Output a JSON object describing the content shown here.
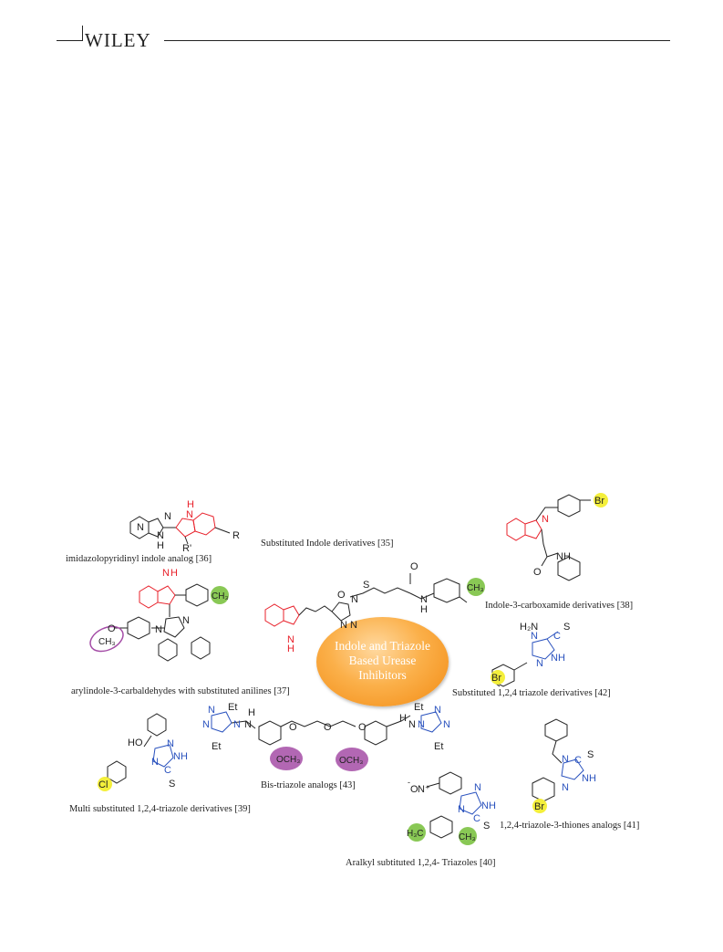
{
  "header": {
    "logo": "WILEY"
  },
  "figure": {
    "center_title": [
      "Indole and Triazole",
      "Based Urease",
      "Inhibitors"
    ],
    "labels": {
      "imidazolopyridinyl": "imidazolopyridinyl indole analog [36]",
      "substituted_indole": "Substituted Indole derivatives [35]",
      "indole_carboxamide": "Indole-3-carboxamide derivatives [38]",
      "arylindole": "arylindole-3-carbaldehydes with substituted anilines [37]",
      "substituted_triazole": "Substituted 1,2,4 triazole derivatives [42]",
      "bis_triazole": "Bis-triazole analogs [43]",
      "multi_triazole": "Multi substituted 1,2,4-triazole derivatives [39]",
      "triazole_thiones": "1,2,4-triazole-3-thiones analogs [41]",
      "aralkyl": "Aralkyl subtituted 1,2,4- Triazoles [40]"
    },
    "atoms": {
      "N": "N",
      "H": "H",
      "NH": "NH",
      "R": "R",
      "R_prime": "R'",
      "O": "O",
      "S": "S",
      "Br": "Br",
      "Cl": "Cl",
      "CH3": "CH₃",
      "OCH3": "OCH₃",
      "H2N": "H₂N",
      "HO": "HO",
      "Et": "Et",
      "C": "C",
      "H3C": "H₃C",
      "NO2_N": "N⁺",
      "NO2_O": "O",
      "minus": "-"
    },
    "colors": {
      "indole_red": "#e8202a",
      "triazole_blue": "#2a52be",
      "green_highlight": "#7cc242",
      "yellow_highlight": "#f4ef3b",
      "purple_highlight": "#a44ca6",
      "orange_center": "#f28a12"
    }
  }
}
